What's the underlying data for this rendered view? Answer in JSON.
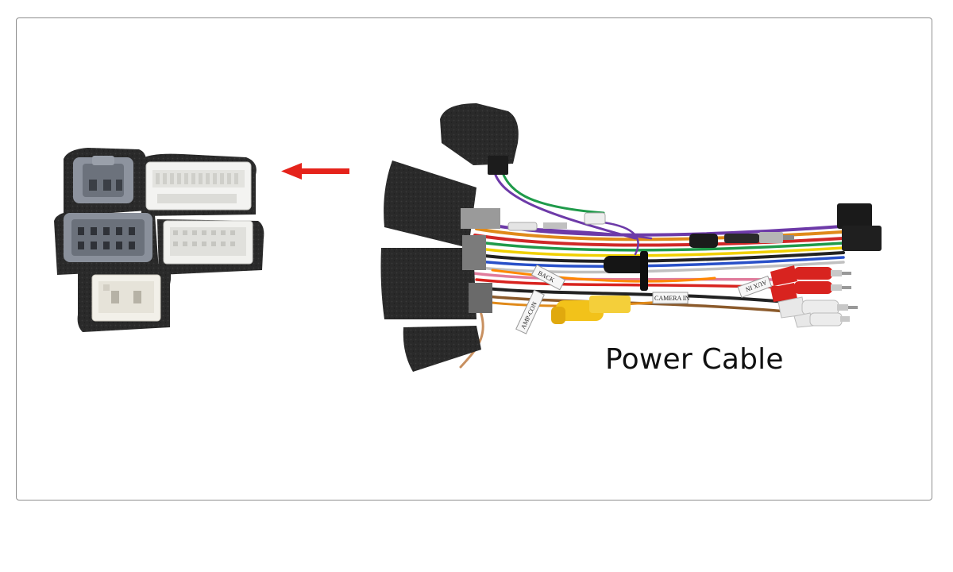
{
  "caption": "Power Cable",
  "labels": {
    "back": "BACK",
    "amp_con": "AMP-CON",
    "camera_in": "CAMERA IN",
    "aux_in": "AUX IN"
  },
  "colors": {
    "foam": "#2b2b2b",
    "arrow": "#e5231b",
    "frame": "#8e8e8e",
    "rca_red": "#d8231f",
    "rca_white": "#e8e8e8",
    "rca_yellow": "#f2c21a"
  },
  "icons": [
    "arrow-left-icon"
  ]
}
